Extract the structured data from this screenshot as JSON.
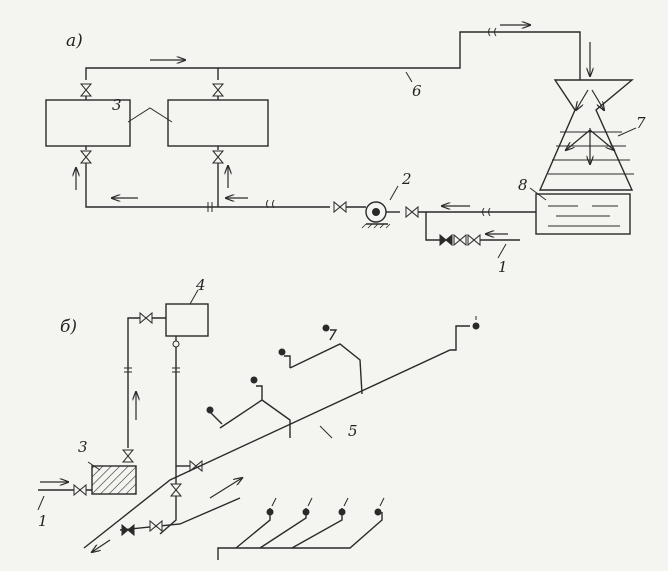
{
  "diagram": {
    "panel_a_label": "а)",
    "panel_b_label": "б)",
    "callouts": {
      "a_1": "1",
      "a_2": "2",
      "a_3": "3",
      "a_6": "6",
      "a_7": "7",
      "a_8": "8",
      "b_1": "1",
      "b_3": "3",
      "b_4": "4",
      "b_5": "5"
    }
  }
}
